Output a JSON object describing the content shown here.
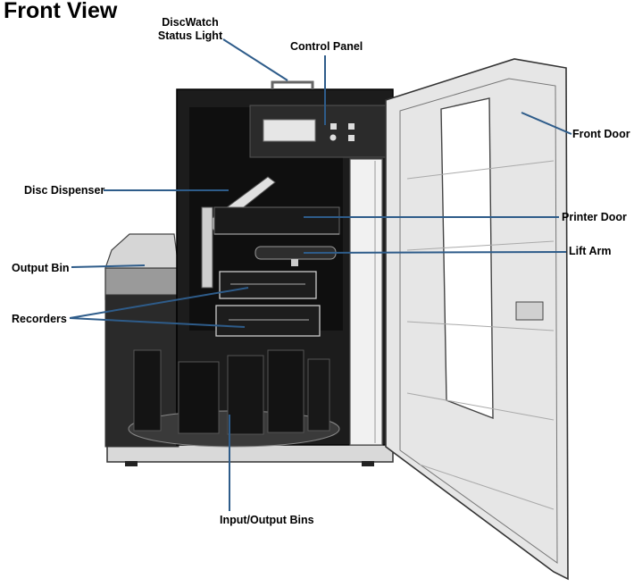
{
  "title": "Front View",
  "colors": {
    "leader": "#2e5c8a",
    "machine_dark": "#1c1c1c",
    "door": "#e6e6e6"
  },
  "labels": {
    "discwatch_line1": "DiscWatch",
    "discwatch_line2": "Status Light",
    "control_panel": "Control Panel",
    "front_door": "Front Door",
    "disc_dispenser": "Disc Dispenser",
    "printer_door": "Printer Door",
    "output_bin": "Output Bin",
    "lift_arm": "Lift Arm",
    "recorders": "Recorders",
    "input_output_bins": "Input/Output Bins"
  }
}
